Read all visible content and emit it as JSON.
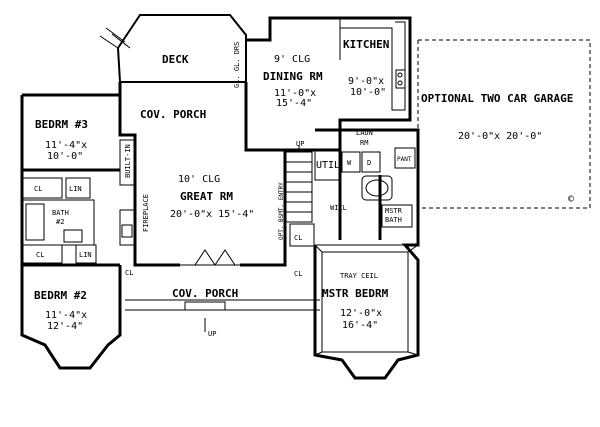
{
  "rooms": {
    "deck": "DECK",
    "cov_porch_top": "COV. PORCH",
    "cov_porch_front": "COV. PORCH",
    "dining_ceiling": "9' CLG",
    "dining": "DINING RM",
    "dining_dims_1": "11'-0\"x",
    "dining_dims_2": "15'-4\"",
    "kitchen": "KITCHEN",
    "kitchen_dims_1": "9'-0\"x",
    "kitchen_dims_2": "10'-0\"",
    "garage": "OPTIONAL TWO CAR GARAGE",
    "garage_dims": "20'-0\"x 20'-0\"",
    "laun_1": "LAUN",
    "laun_2": "RM",
    "util": "UTIL",
    "w": "W",
    "d": "D",
    "pant": "PANT",
    "bedrm3": "BEDRM #3",
    "bedrm3_dims_1": "11'-4\"x",
    "bedrm3_dims_2": "10'-0\"",
    "bedrm2": "BEDRM #2",
    "bedrm2_dims_1": "11'-4\"x",
    "bedrm2_dims_2": "12'-4\"",
    "great_ceiling": "10' CLG",
    "great": "GREAT RM",
    "great_dims": "20'-0\"x 15'-4\"",
    "built_in": "BUILT-IN",
    "fireplace": "FIREPLACE",
    "opt_bsmt": "OPT. BSMT. ENTRY",
    "up_stair": "UP",
    "up_porch": "UP",
    "wicl": "WICL",
    "mstr_bath_1": "MSTR",
    "mstr_bath_2": "BATH",
    "tray": "TRAY CEIL",
    "mstr_bedrm": "MSTR BEDRM",
    "mstr_dims_1": "12'-0\"x",
    "mstr_dims_2": "16'-4\"",
    "bath2_1": "BATH",
    "bath2_2": "#2",
    "cl": "CL",
    "lin": "LIN",
    "drs": "GL. GL. DRS",
    "copyright": "©"
  }
}
